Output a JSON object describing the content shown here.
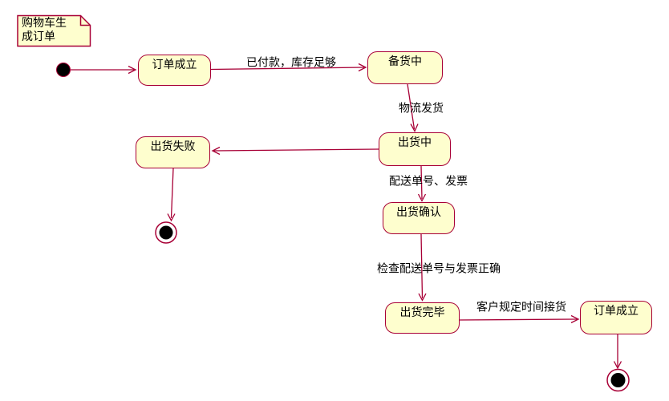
{
  "diagram_type": "uml-state-activity-diagram",
  "colors": {
    "background": "#FFFFFF",
    "state_fill": "#FEFECE",
    "state_border": "#A80036",
    "arrow": "#A80036",
    "text": "#000000",
    "note_fill": "#FEFECE",
    "final_node_fill": "#000000"
  },
  "note": {
    "text": "购物车生成订单",
    "lines": [
      "购物车生",
      "成订单"
    ]
  },
  "states": [
    {
      "label": "订单成立"
    },
    {
      "label": "备货中"
    },
    {
      "label": "出货失败"
    },
    {
      "label": "出货中"
    },
    {
      "label": "出货确认"
    },
    {
      "label": "出货完毕"
    },
    {
      "label": "订单成立"
    }
  ],
  "transitions": [
    {
      "from": "initial",
      "to": "订单成立",
      "label": ""
    },
    {
      "from": "订单成立",
      "to": "备货中",
      "label": "已付款，库存足够"
    },
    {
      "from": "备货中",
      "to": "出货中",
      "label": "物流发货"
    },
    {
      "from": "出货中",
      "to": "出货失败",
      "label": ""
    },
    {
      "from": "出货失败",
      "to": "final-left",
      "label": ""
    },
    {
      "from": "出货中",
      "to": "出货确认",
      "label": "配送单号、发票"
    },
    {
      "from": "出货确认",
      "to": "出货完毕",
      "label": "检查配送单号与发票正确"
    },
    {
      "from": "出货完毕",
      "to": "订单成立",
      "label": "客户规定时间接货"
    },
    {
      "from": "订单成立",
      "to": "final-right",
      "label": ""
    }
  ]
}
